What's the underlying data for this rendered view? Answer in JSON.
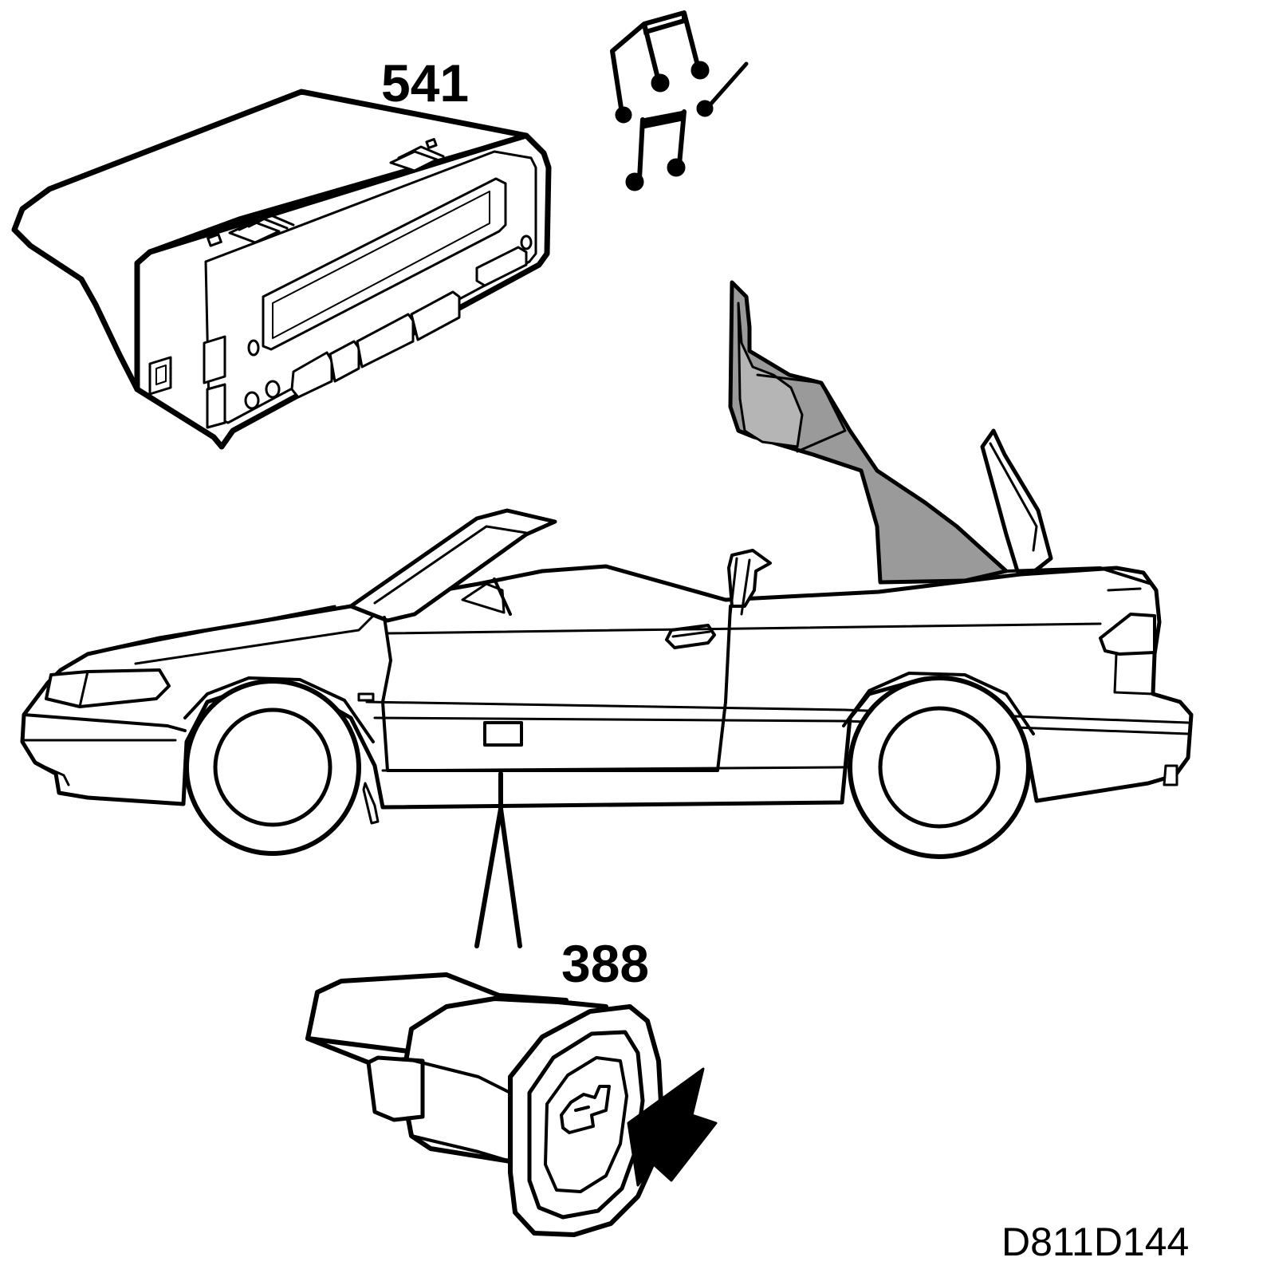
{
  "labels": {
    "info_display": "541",
    "trunk_switch": "388",
    "figure_ref": "D811D144"
  },
  "icons": {
    "music_notes": "music-notes-icon",
    "trunk_open": "car-trunk-open-icon",
    "press_arrow": "press-arrow-icon"
  },
  "colors": {
    "line": "#000000",
    "background": "#ffffff",
    "soft_top_fill": "#9a9a9a"
  }
}
